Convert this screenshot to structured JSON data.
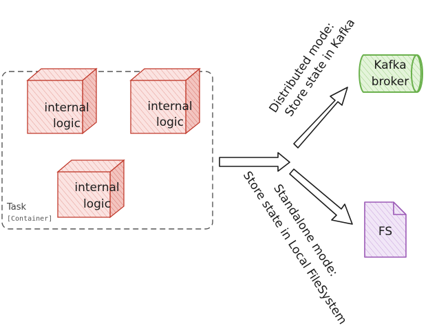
{
  "diagram": {
    "container": {
      "title": "Task",
      "subtitle": "[Container]"
    },
    "cubes": [
      {
        "line1": "internal",
        "line2": "logic"
      },
      {
        "line1": "internal",
        "line2": "logic"
      },
      {
        "line1": "internal",
        "line2": "logic"
      }
    ],
    "kafka": {
      "line1": "Kafka",
      "line2": "broker"
    },
    "fs": {
      "label": "FS"
    },
    "distributed": {
      "line1": "Distributed mode:",
      "line2": "Store state in Kafka"
    },
    "standalone": {
      "line1": "Standalone mode:",
      "line2": "Store state in Local FileSystem"
    },
    "colors": {
      "cube_stroke": "#c0392b",
      "cube_fill": "#f4c7c3",
      "kafka_stroke": "#6ab04c",
      "kafka_fill": "#d6efc8",
      "fs_stroke": "#9b59b6",
      "fs_fill": "#e6d4f0",
      "ink": "#1a1a1a"
    }
  }
}
